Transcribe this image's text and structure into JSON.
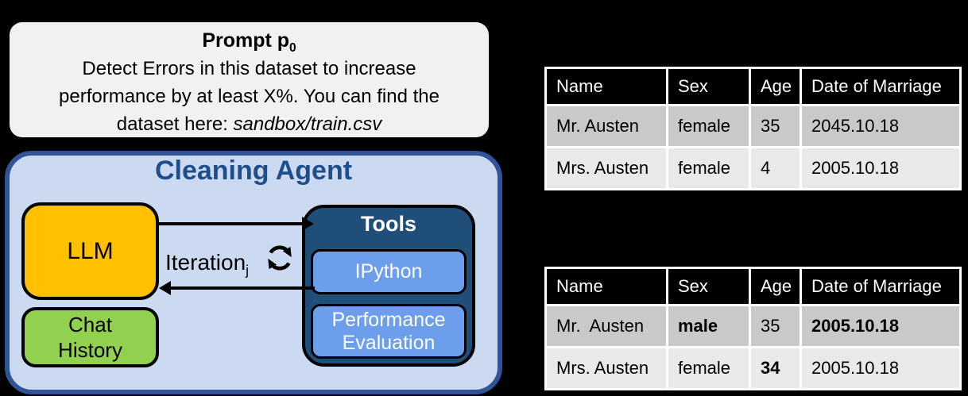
{
  "prompt_box": {
    "title": "Prompt p",
    "title_subscript": "0",
    "lines": [
      "Detect Errors in this dataset to increase",
      "performance by at least X%. You can find the"
    ],
    "line3_prefix": "dataset here: ",
    "line3_italic": "sandbox/train.csv"
  },
  "agent": {
    "title": "Cleaning Agent",
    "llm_label": "LLM",
    "chat_history_label": "Chat History",
    "iteration_label": "Iteration",
    "iteration_subscript": "j",
    "cycle_icon": "cycle-refresh-arrows",
    "tools": {
      "title": "Tools",
      "items": [
        "IPython",
        "Performance Evaluation"
      ]
    }
  },
  "tables": {
    "columns": [
      "Name",
      "Sex",
      "Age",
      "Date of Marriage"
    ],
    "dirty": {
      "rows": [
        {
          "cells": [
            "Mr. Austen",
            "female",
            "35",
            "2045.10.18"
          ],
          "bold_cells": []
        },
        {
          "cells": [
            "Mrs. Austen",
            "female",
            "4",
            "2005.10.18"
          ],
          "bold_cells": []
        }
      ]
    },
    "cleaned": {
      "rows": [
        {
          "cells": [
            "Mr.  Austen",
            "male",
            "35",
            "2005.10.18"
          ],
          "bold_cells": [
            1,
            3
          ]
        },
        {
          "cells": [
            "Mrs. Austen",
            "female",
            "34",
            "2005.10.18"
          ],
          "bold_cells": [
            2
          ]
        }
      ]
    }
  },
  "colors": {
    "background": "#000000",
    "prompt_fill": "#f1f1f1",
    "agent_fill": "#cbd9f1",
    "agent_border": "#2f5597",
    "agent_title_text": "#1f4e8c",
    "llm_fill": "#ffc000",
    "chat_history_fill": "#92d050",
    "tools_fill": "#1f4e79",
    "tool_item_fill": "#6d9eeb",
    "table_header_fill": "#000000",
    "table_header_text": "#ffffff",
    "table_row_fill_odd": "#c9c9c9",
    "table_row_fill_even": "#e9e9e9",
    "arrow_color": "#000000"
  }
}
